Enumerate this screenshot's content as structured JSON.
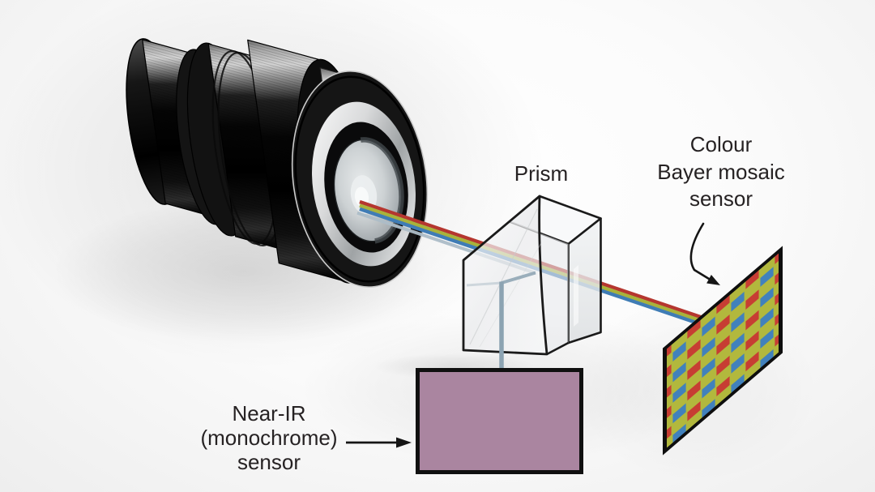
{
  "labels": {
    "prism": "Prism",
    "bayer_sensor": "Colour\nBayer mosaic\nsensor",
    "nearir_sensor": "Near-IR\n(monochrome)\nsensor"
  },
  "colors": {
    "ray-red": "#b5362f",
    "ray-green": "#a9b23b",
    "ray-blue": "#3f7cb5",
    "ray-ir-in": "#adbdc8",
    "ray-ir-down": "#8ca3b2",
    "bayer-green": "#b2b83d",
    "bayer-red": "#c73d33",
    "bayer-blue": "#4181bc",
    "nearir-fill": "#aa85a0",
    "outline": "#1a1a1a",
    "text": "#262223"
  }
}
